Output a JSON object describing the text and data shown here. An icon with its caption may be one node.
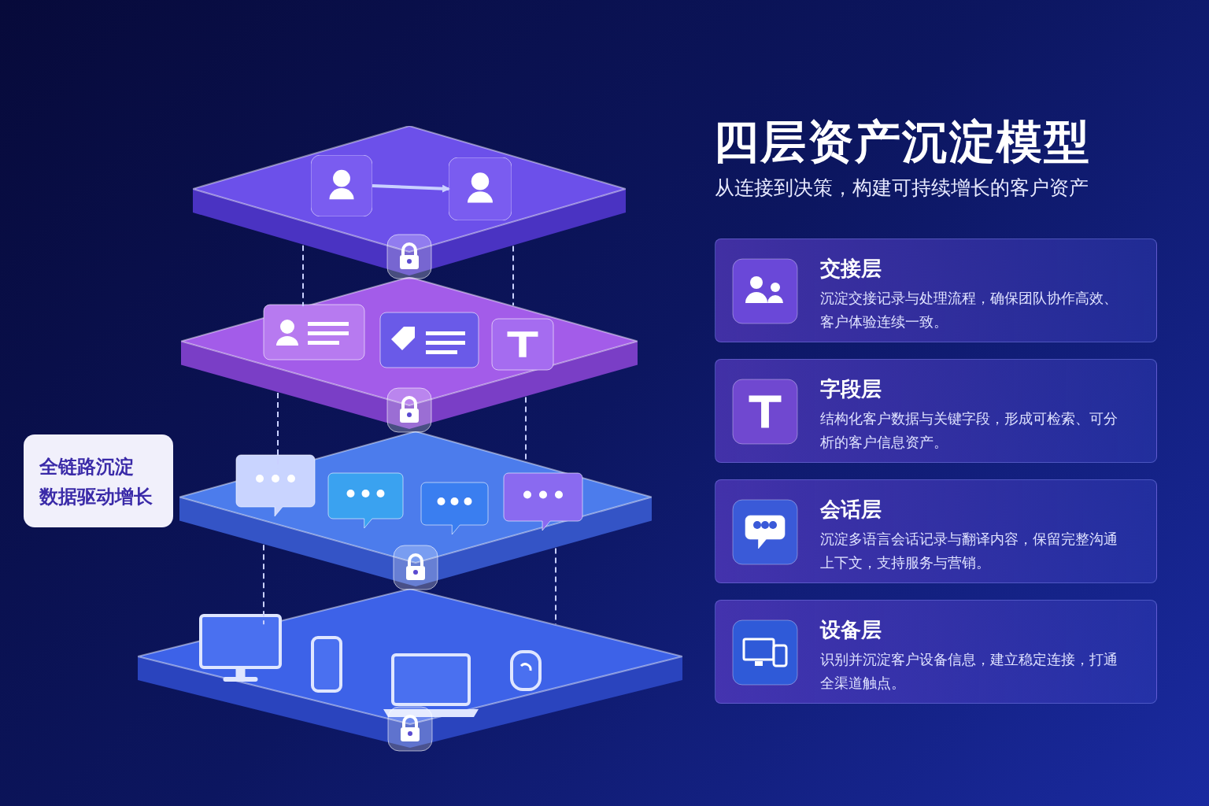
{
  "diagram": {
    "title": "四层资产沉淀模型",
    "nodes": [
      {
        "text": [],
        "shape": "box"
      },
      {
        "text": [],
        "shape": "person",
        "in": 0
      },
      {
        "text": [],
        "shape": "person",
        "in": 0
      },
      {
        "text": [],
        "shape": "box"
      },
      {
        "text": [],
        "shape": "box"
      },
      {
        "text": [],
        "shape": "box"
      },
      {
        "text": [
          "全链路沉淀",
          "数据驱动增长"
        ]
      },
      {
        "text": [
          "交接层",
          "沉淀交接记录与处理流程，确保团队协作高效、客户体验连续一致。"
        ]
      },
      {
        "text": [
          "字段层",
          "结构化客户数据与关键字段，形成可检索、可分析的客户信息资产。"
        ]
      },
      {
        "text": [
          "会话层",
          "沉淀多语言会话记录与翻译内容，保留完整沟通上下文，支持服务与营销。"
        ]
      },
      {
        "text": [
          "设备层",
          "识别并沉淀客户设备信息，建立稳定连接，打通全渠道触点。"
        ]
      }
    ],
    "edges": [
      {
        "from": 1,
        "to": 2,
        "arrow": "to"
      },
      {
        "from": 0,
        "to": 3,
        "arrow": "none",
        "style": "dashed"
      },
      {
        "from": 0,
        "to": 3,
        "arrow": "none",
        "style": "dashed"
      },
      {
        "from": 3,
        "to": 4,
        "arrow": "none",
        "style": "dashed"
      },
      {
        "from": 3,
        "to": 4,
        "arrow": "none",
        "style": "dashed"
      },
      {
        "from": 4,
        "to": 5,
        "arrow": "none",
        "style": "dashed"
      },
      {
        "from": 4,
        "to": 5,
        "arrow": "none",
        "style": "dashed"
      }
    ],
    "labels": [
      "从连接到决策，构建可持续增长的客户资产"
    ]
  }
}
